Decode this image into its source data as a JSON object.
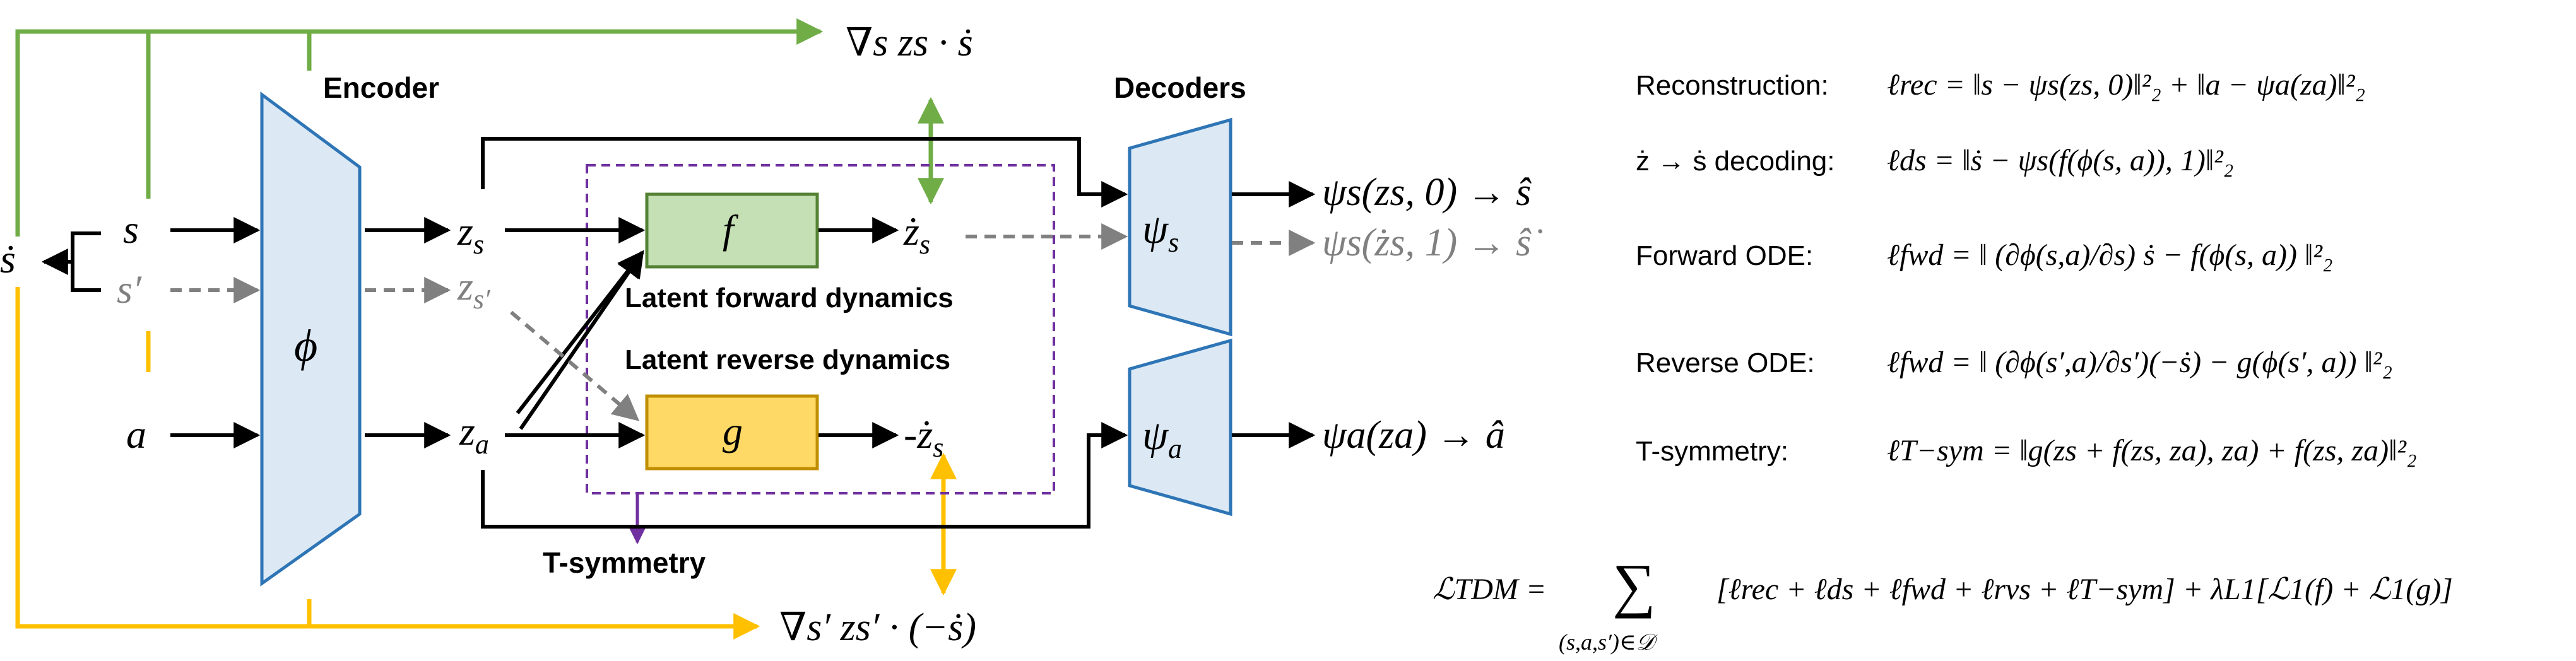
{
  "labels": {
    "encoder": "Encoder",
    "decoders": "Decoders",
    "latent_forward": "Latent forward dynamics",
    "latent_reverse": "Latent reverse dynamics",
    "t_symmetry": "T-symmetry"
  },
  "symbols": {
    "phi": "ϕ",
    "f": "f",
    "g": "g",
    "psi_s": "ψ",
    "psi_s_sub": "s",
    "psi_a": "ψ",
    "psi_a_sub": "a",
    "s": "s",
    "s_prime": "s′",
    "a": "a",
    "s_dot": "ṡ",
    "z_s": "z",
    "z_s_sub": "s",
    "z_sp": "z",
    "z_sp_sub": "s′",
    "z_a": "z",
    "z_a_sub": "a",
    "zdot_s": "ż",
    "zdot_s_sub": "s",
    "neg_zdot_s": "-ż",
    "neg_zdot_s_sub": "s"
  },
  "outputs": {
    "psi_s_rec": "ψs(zs, 0) → ŝ",
    "psi_s_dot": "ψs(żs, 1) → ŝ̇",
    "psi_a_rec": "ψa(za) → â"
  },
  "gradients": {
    "top": "∇s zs · ṡ",
    "bottom": "∇s′ zs′ · (−ṡ)"
  },
  "equations": [
    {
      "label": "Reconstruction:",
      "formula": "ℓrec = ‖s − ψs(zs, 0)‖²₂ + ‖a − ψa(za)‖²₂"
    },
    {
      "label": "ż → ṡ decoding:",
      "formula": "ℓds = ‖ṡ − ψs(f(ϕ(s, a)), 1)‖²₂"
    },
    {
      "label": "Forward ODE:",
      "formula": "ℓfwd = ‖ (∂ϕ(s,a)/∂s) ṡ − f(ϕ(s, a)) ‖²₂"
    },
    {
      "label": "Reverse ODE:",
      "formula": "ℓfwd = ‖ (∂ϕ(s′,a)/∂s′)(−ṡ) − g(ϕ(s′, a)) ‖²₂"
    },
    {
      "label": "T-symmetry:",
      "formula": "ℓT−sym = ‖g(zs + f(zs, za), za) + f(zs, za)‖²₂"
    }
  ],
  "total_loss": {
    "lhs": "ℒTDM =",
    "sum_symbol": "∑",
    "sum_index": "(s,a,s′)∈𝒟",
    "rhs": "[ℓrec + ℓds + ℓfwd + ℓrvs + ℓT−sym] + λL1[ℒ1(f) + ℒ1(g)]"
  },
  "colors": {
    "encoder_fill": "#dce9f5",
    "encoder_stroke": "#2e75b6",
    "f_fill": "#c5e0b4",
    "f_stroke": "#548235",
    "g_fill": "#ffd966",
    "g_stroke": "#bf8f00",
    "green_arrow": "#70ad47",
    "yellow_arrow": "#ffc000",
    "purple_dashed": "#7030a0",
    "grey_dashed": "#808080"
  }
}
